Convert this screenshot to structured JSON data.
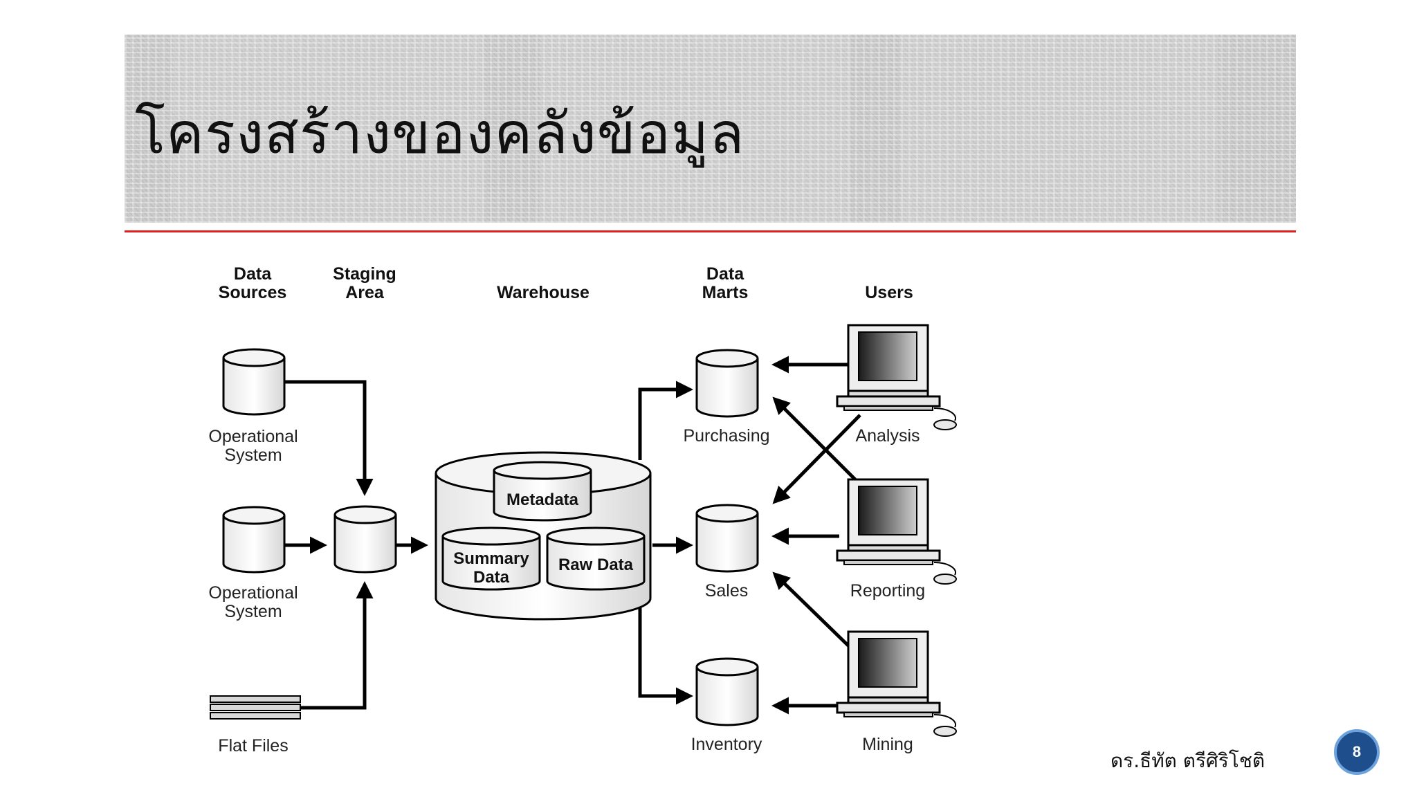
{
  "slide": {
    "title": "โครงสร้างของคลังข้อมูล",
    "author": "ดร.ธีทัต ตรีศิริโชติ",
    "page_number": "8",
    "accent_color": "#e02020",
    "page_badge_color": "#1f4e8c"
  },
  "diagram": {
    "headers": {
      "data_sources": [
        "Data",
        "Sources"
      ],
      "staging_area": [
        "Staging",
        "Area"
      ],
      "warehouse": "Warehouse",
      "data_marts": [
        "Data",
        "Marts"
      ],
      "users": "Users"
    },
    "sources": {
      "operational_1": [
        "Operational",
        "System"
      ],
      "operational_2": [
        "Operational",
        "System"
      ],
      "flat_files": "Flat Files"
    },
    "warehouse_parts": {
      "metadata": "Metadata",
      "summary": [
        "Summary",
        "Data"
      ],
      "raw": "Raw Data"
    },
    "marts": {
      "purchasing": "Purchasing",
      "sales": "Sales",
      "inventory": "Inventory"
    },
    "users": {
      "analysis": "Analysis",
      "reporting": "Reporting",
      "mining": "Mining"
    }
  }
}
